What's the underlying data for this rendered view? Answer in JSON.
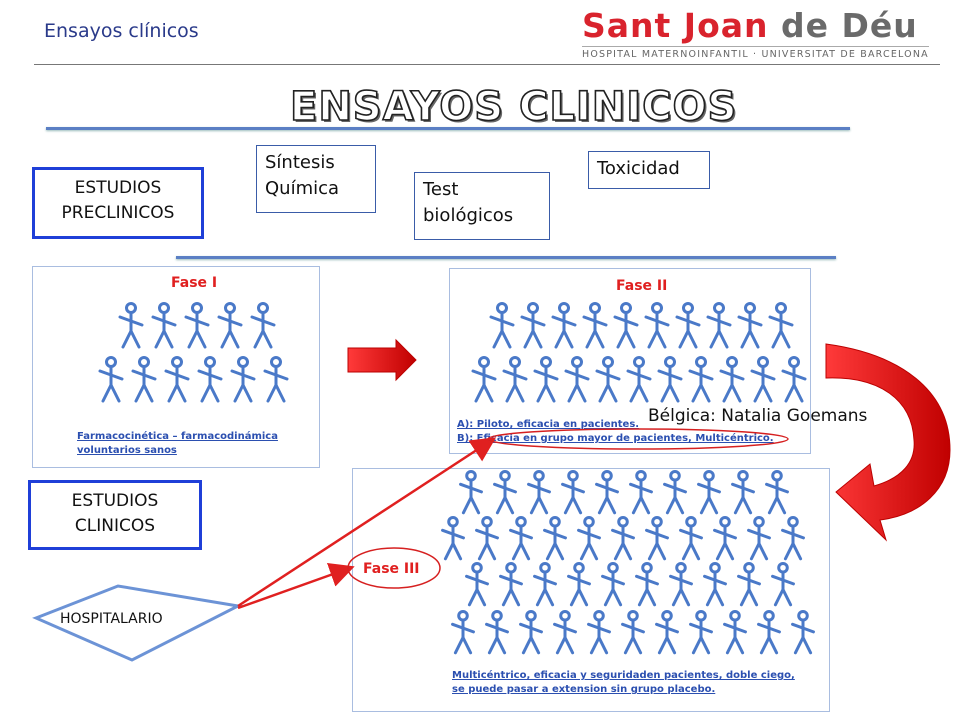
{
  "header": {
    "title": "Ensayos clínicos",
    "logo": {
      "brand_part1": "Sant Joan",
      "brand_part2": " de Déu",
      "subtitle": "HOSPITAL MATERNOINFANTIL · UNIVERSITAT DE BARCELONA"
    }
  },
  "slide_title": "ENSAYOS CLINICOS",
  "boxes": {
    "sintesis": "Síntesis Química",
    "test": "Test biológicos",
    "toxicidad": "Toxicidad",
    "preclinicos": "ESTUDIOS PRECLINICOS",
    "clinicos": "ESTUDIOS CLINICOS",
    "hospitalario": "HOSPITALARIO"
  },
  "phases": {
    "fase1": {
      "title": "Fase I",
      "caption_line1": "Farmacocinética – farmacodinámica",
      "caption_line2": "voluntarios sanos"
    },
    "fase2": {
      "title": "Fase II",
      "caption_line1": "A): Piloto, eficacia en pacientes.",
      "caption_line2": "B): Eficacia en grupo mayor de pacientes, Multicéntrico."
    },
    "fase3": {
      "title": "Fase III",
      "caption_line1": "Multicéntrico, eficacia y seguridaden pacientes, doble ciego,",
      "caption_line2": "se puede pasar a extension sin grupo placebo."
    }
  },
  "annotation": "Bélgica: Natalia Goemans",
  "colors": {
    "accent_blue": "#1f3fd8",
    "figure_blue": "#4a79c8",
    "arrow_red": "#e02020",
    "logo_red": "#d9232d"
  }
}
